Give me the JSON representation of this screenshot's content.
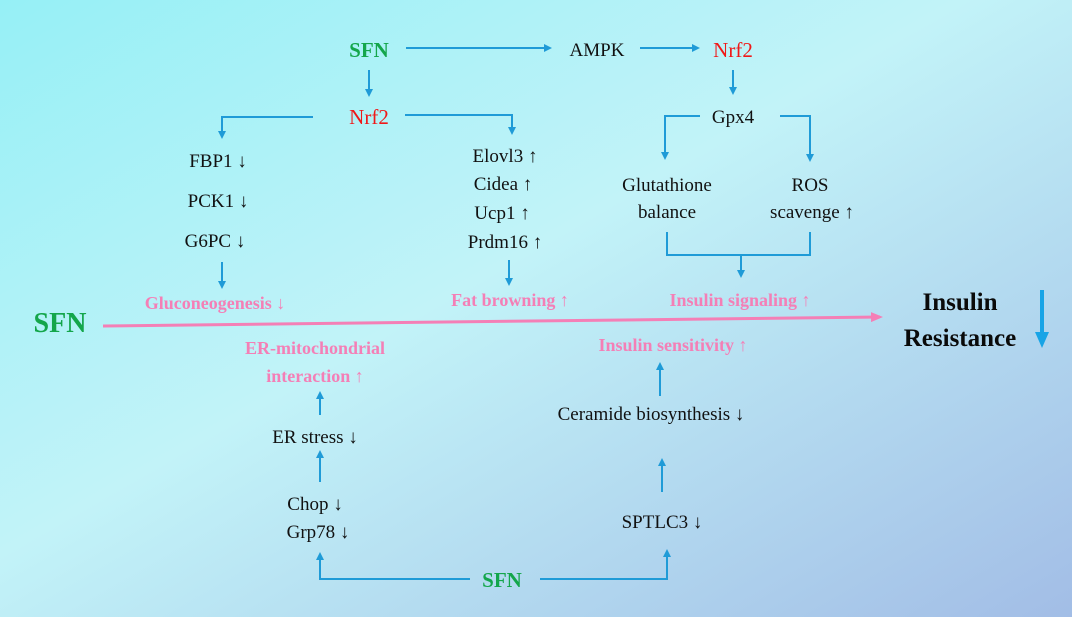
{
  "colors": {
    "sfn": "#14a64b",
    "nrf2": "#f01818",
    "outcome": "#f47fb6",
    "arrow": "#1f9bd7",
    "bg_start": "#98f1f6",
    "bg_end": "#a3bfe6"
  },
  "top": {
    "sfn": "SFN",
    "ampk": "AMPK",
    "nrf2_right": "Nrf2",
    "nrf2_left": "Nrf2",
    "gpx4": "Gpx4"
  },
  "gluconeo": {
    "genes": [
      "FBP1 ↓",
      "PCK1 ↓",
      "G6PC ↓"
    ],
    "outcome": "Gluconeogenesis ↓"
  },
  "browning": {
    "genes": [
      "Elovl3 ↑",
      "Cidea ↑",
      "Ucp1 ↑",
      "Prdm16 ↑"
    ],
    "outcome": "Fat browning ↑"
  },
  "gpx": {
    "glutathione": [
      "Glutathione",
      "balance"
    ],
    "ros": [
      "ROS",
      "scavenge ↑"
    ],
    "outcome": "Insulin signaling ↑"
  },
  "main": {
    "sfn": "SFN",
    "result": [
      "Insulin",
      "Resistance"
    ]
  },
  "er": {
    "outcome": [
      "ER-mitochondrial",
      "interaction ↑"
    ],
    "stress": "ER stress ↓",
    "genes": [
      "Chop ↓",
      "Grp78 ↓"
    ]
  },
  "ceramide": {
    "outcome": "Insulin sensitivity ↑",
    "biosynthesis": "Ceramide biosynthesis ↓",
    "gene": "SPTLC3 ↓"
  },
  "bottom": {
    "sfn": "SFN"
  }
}
